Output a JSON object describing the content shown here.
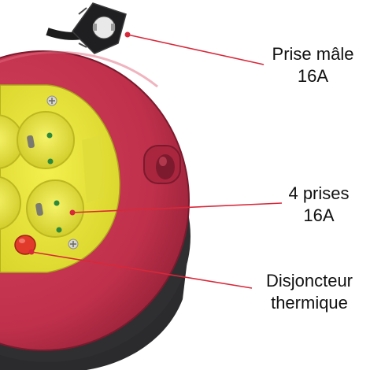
{
  "labels": {
    "plug": {
      "line1": "Prise mâle",
      "line2": "16A"
    },
    "sockets": {
      "line1": "4 prises",
      "line2": "16A"
    },
    "breaker": {
      "line1": "Disjoncteur",
      "line2": "thermique"
    }
  },
  "colors": {
    "reel_body": "#c0304b",
    "reel_dark": "#8e1f35",
    "reel_base": "#2b2b2d",
    "faceplate": "#e6e237",
    "socket_recess": "#f2ee5a",
    "breaker_button": "#e23a2a",
    "leader_line": "#d8283a",
    "indicator_led": "#2d8a3c"
  },
  "icons": {
    "plug": "schuko-plug-icon",
    "socket": "french-socket-icon",
    "breaker": "reset-button-icon"
  }
}
